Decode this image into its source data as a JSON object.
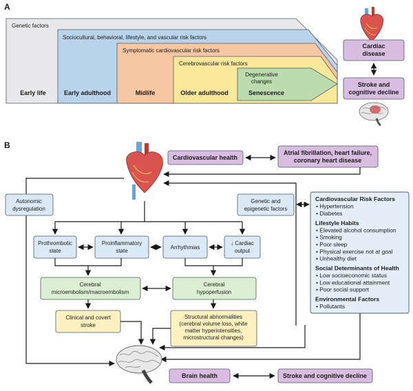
{
  "panel_a": {
    "label": "A",
    "layers": [
      {
        "text": "Genetic factors",
        "stage": "Early life",
        "color": "#e8e8ea"
      },
      {
        "text": "Sociocultural, behavioral, lifestyle, and vascular risk factors",
        "stage": "Early adulthood",
        "color": "#b9d3ea"
      },
      {
        "text": "Symptomatic cardiovascular risk factors",
        "stage": "Midlife",
        "color": "#f7c7a2"
      },
      {
        "text": "Cerebrovascular risk factors",
        "stage": "Older adulthood",
        "color": "#fbe79a"
      },
      {
        "text_line1": "Degenerative",
        "text_line2": "changes",
        "stage": "Senescence",
        "color": "#bcdcae"
      }
    ],
    "cardiac_disease": "Cardiac disease",
    "stroke_line1": "Stroke and",
    "stroke_line2": "cognitive decline",
    "purple": "#d8bde0"
  },
  "panel_b": {
    "label": "B",
    "cardiovascular_health": "Cardiovascular health",
    "atrial_line1": "Atrial fibrillation, heart failure,",
    "atrial_line2": "coronary heart disease",
    "autonomic_line1": "Autonomic",
    "autonomic_line2": "dysregulation",
    "genetic_line1": "Genetic and",
    "genetic_line2": "epigenetic factors",
    "prothrombotic_line1": "Prothrombotic",
    "prothrombotic_line2": "state",
    "proinflammatory_line1": "Proinflammatory",
    "proinflammatory_line2": "state",
    "arrhythmias": "Arrhythmias",
    "cardiac_output_line1": "↓ Cardiac",
    "cardiac_output_line2": "output",
    "embolism_line1": "Cerebral",
    "embolism_line2": "microembolism/macroembolism",
    "hypoperfusion_line1": "Cerebral",
    "hypoperfusion_line2": "hypoperfusion",
    "clinical_line1": "Clinical and covert",
    "clinical_line2": "stroke",
    "structural_lines": [
      "Structural abnormalities",
      "(cerebral volume loss, white",
      "matter hyperintensities,",
      "microstructural changes)"
    ],
    "brain_health": "Brain health",
    "stroke_cognitive": "Stroke and cognitive decline",
    "risk_panel": {
      "sections": [
        {
          "title": "Cardiovascular Risk Factors",
          "items": [
            "Hypertension",
            "Diabetes"
          ]
        },
        {
          "title": "Lifestyle Habits",
          "items": [
            "Elevated alcohol consumption",
            "Smoking",
            "Poor sleep",
            "Physical exercise not at goal",
            "Unhealthy diet"
          ]
        },
        {
          "title": "Social Determinants of Health",
          "items": [
            "Low socioeconomic status",
            "Low educational attainment",
            "Poor social support"
          ]
        },
        {
          "title": "Environmental Factors",
          "items": [
            "Pollutants"
          ]
        }
      ]
    },
    "colors": {
      "blue": "#dbe8f5",
      "green": "#dcefd3",
      "yellow": "#fdf1c0",
      "purple": "#d8bde0",
      "risk_bg": "#e3eef8"
    }
  }
}
